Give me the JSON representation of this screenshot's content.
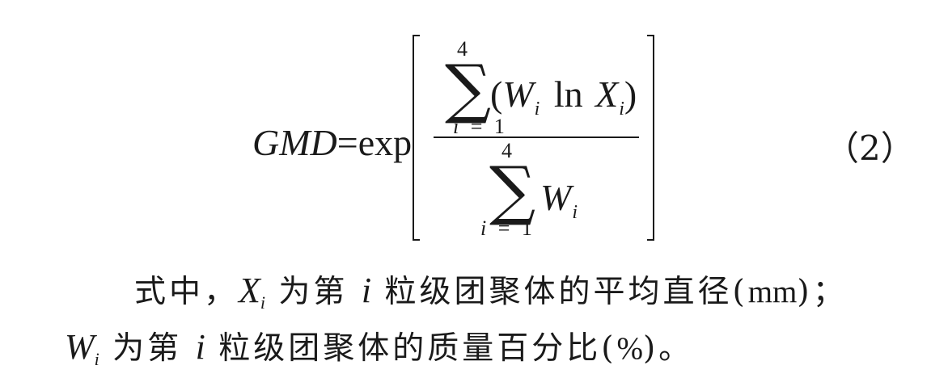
{
  "equation": {
    "lhs_var": "GMD",
    "equals": "=",
    "func": "exp",
    "numerator": {
      "sum_symbol": "∑",
      "upper_limit": "4",
      "lower_limit_var": "i",
      "lower_limit_eq": "=",
      "lower_limit_val": "1",
      "open_paren": "(",
      "w_var": "W",
      "w_sub": "i",
      "ln": "ln",
      "x_var": "X",
      "x_sub": "i",
      "close_paren": ")"
    },
    "denominator": {
      "sum_symbol": "∑",
      "upper_limit": "4",
      "lower_limit_var": "i",
      "lower_limit_eq": "=",
      "lower_limit_val": "1",
      "w_var": "W",
      "w_sub": "i"
    },
    "number": "（2）"
  },
  "explanation": {
    "line1": {
      "prefix": "式中，",
      "var": "X",
      "sub": "i",
      "text_a": " 为第 ",
      "idx": "i",
      "text_b": " 粒级团聚体的平均直径(",
      "unit": "mm",
      "text_c": ")；"
    },
    "line2": {
      "var": "W",
      "sub": "i",
      "text_a": " 为第 ",
      "idx": "i",
      "text_b": " 粒级团聚体的质量百分比(",
      "unit": "%",
      "text_c": ")。"
    }
  }
}
